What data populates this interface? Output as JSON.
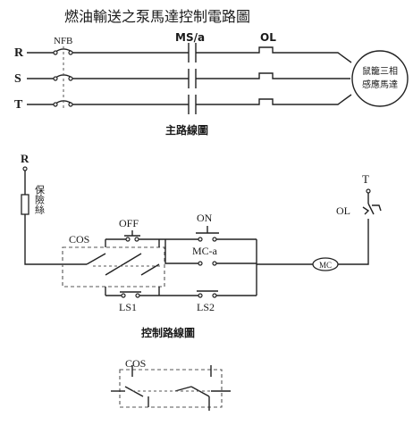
{
  "title": "燃油輸送之泵馬達控制電路圖",
  "main_circuit": {
    "caption": "主路線圖",
    "phases": [
      "R",
      "S",
      "T"
    ],
    "nfb_label": "NFB",
    "ms_label": "MS/a",
    "ol_label": "OL",
    "motor_label_line1": "鼠籠三相",
    "motor_label_line2": "感應馬達"
  },
  "control_circuit": {
    "caption": "控制路線圖",
    "supply_left": "R",
    "supply_right": "T",
    "fuse_label": "保險絲",
    "cos_label": "COS",
    "off_label": "OFF",
    "on_label": "ON",
    "mc_contact_label": "MC-a",
    "coil_label": "MC",
    "ol_label": "OL",
    "ls1_label": "LS1",
    "ls2_label": "LS2"
  },
  "cos_detail": {
    "label": "COS"
  },
  "colors": {
    "line": "#222222",
    "dashed_box": "#555555",
    "background": "#ffffff"
  }
}
